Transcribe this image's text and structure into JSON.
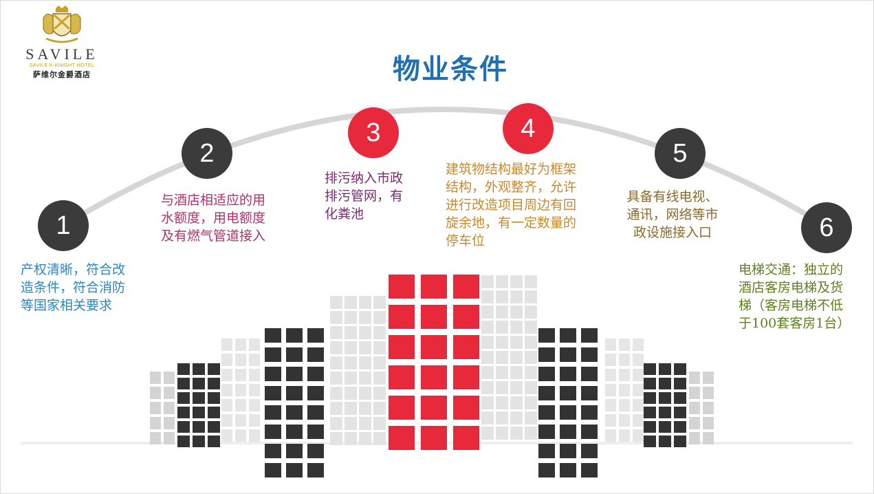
{
  "logo": {
    "brand": "SAVILE",
    "subtitle": "SAVILE K-KNIGHT HOTEL",
    "cn_name": "萨维尔金爵酒店"
  },
  "title": "物业条件",
  "colors": {
    "title": "#1f6fb2",
    "dark_node": "#3b3b3b",
    "red_node": "#e8283b",
    "arc": "#d6d6d6"
  },
  "steps": [
    {
      "number": "1",
      "text": "产权清晰，符合改造条件，符合消防等国家相关要求",
      "lines": [
        "产权清晰，符合改",
        "造条件，符合消防",
        "等国家相关要求"
      ],
      "color": "#2e86c1"
    },
    {
      "number": "2",
      "text": "与酒店相适应的用水额度，用电额度及有燃气管道接入",
      "lines": [
        "与酒店相适应的用",
        "水额度，用电额度",
        "及有燃气管道接入"
      ],
      "color": "#b0306a"
    },
    {
      "number": "3",
      "text": "排污纳入市政排污管网，有化粪池",
      "lines": [
        "排污纳入市政",
        "排污管网，有",
        "化粪池"
      ],
      "color": "#7a2a6e"
    },
    {
      "number": "4",
      "text": "建筑物结构最好为框架结构，外观整齐，允许进行改造项目周边有回旋余地，有一定数量的停车位",
      "lines": [
        "建筑物结构最好为框架",
        "结构，外观整齐，允许",
        "进行改造项目周边有回",
        "旋余地，有一定数量的",
        "停车位"
      ],
      "color": "#c8892b"
    },
    {
      "number": "5",
      "text": "具备有线电视、通讯，网络等市政设施接入口",
      "lines": [
        "具备有线电视、",
        "通讯，网络等市",
        "政设施接入口"
      ],
      "color": "#8a6a2a"
    },
    {
      "number": "6",
      "text": "电梯交通：独立的酒店客房电梯及货梯（客房电梯不低于100套客房1台）",
      "lines": [
        "电梯交通：独立的",
        "酒店客房电梯及货",
        "梯（客房电梯不低",
        "于100套客房1台）"
      ],
      "color": "#5f7f1e"
    }
  ]
}
